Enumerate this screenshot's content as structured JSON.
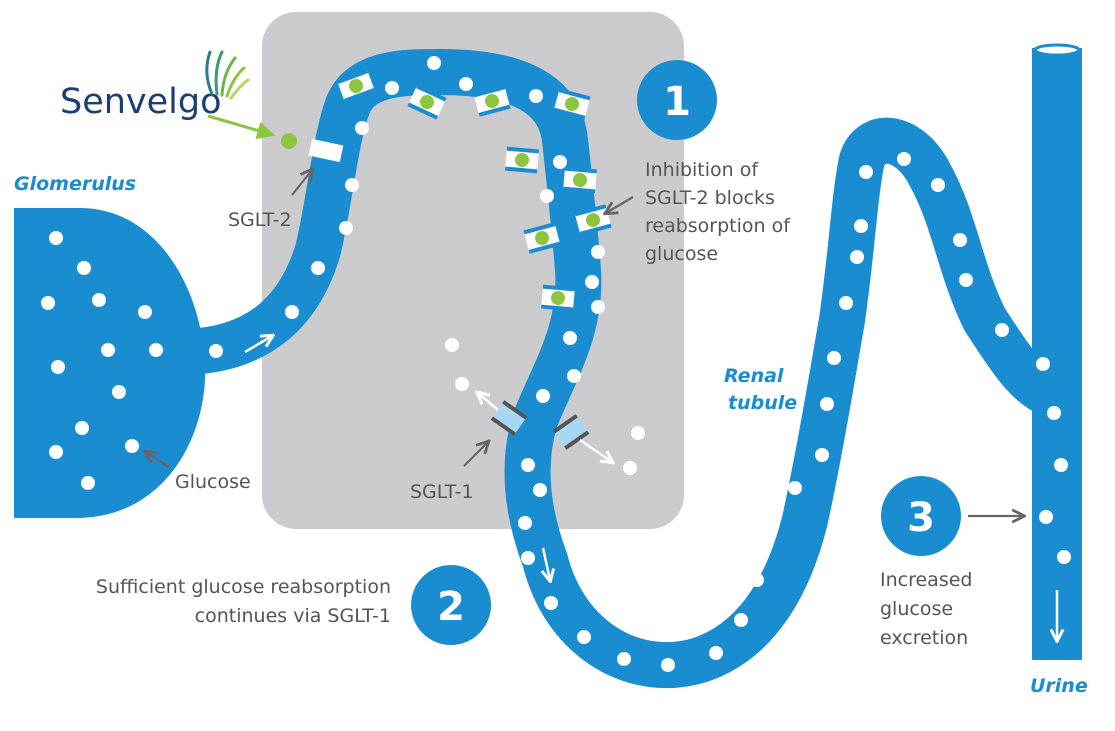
{
  "brand": {
    "name": "Senvelgo"
  },
  "labels": {
    "glomerulus": "Glomerulus",
    "glucose": "Glucose",
    "sglt2": "SGLT-2",
    "sglt1": "SGLT-1",
    "renal_tubule_1": "Renal",
    "renal_tubule_2": "tubule",
    "urine": "Urine"
  },
  "steps": [
    {
      "number": "1",
      "text": [
        "Inhibition of",
        "SGLT-2 blocks",
        "reabsorption of",
        "glucose"
      ]
    },
    {
      "number": "2",
      "text": [
        "Sufficient glucose reabsorption",
        "continues via SGLT-1"
      ]
    },
    {
      "number": "3",
      "text": [
        "Increased",
        "glucose",
        "excretion"
      ]
    }
  ],
  "colors": {
    "tubule": "#1a8cd0",
    "cell_area": "#cbcbcd",
    "inhibitor": "#8cc63f",
    "sglt1_channel": "#a9d6f2",
    "label_gray": "#555555",
    "brand_navy": "#1b3f73"
  },
  "icons": [
    "leaf-logo-icon",
    "arrow-icon"
  ]
}
